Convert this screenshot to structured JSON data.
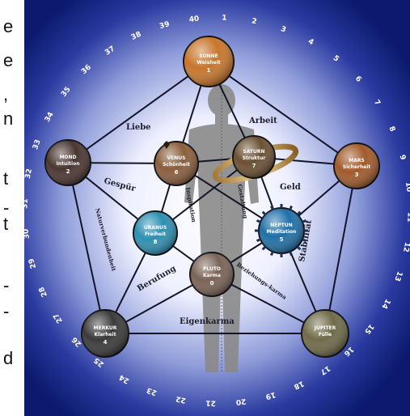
{
  "left_strip": [
    "e",
    "e",
    ",",
    "n",
    "t",
    "-",
    "t",
    "-",
    "-",
    "d"
  ],
  "ring_numbers": [
    "1",
    "2",
    "3",
    "4",
    "5",
    "6",
    "7",
    "8",
    "9",
    "10",
    "11",
    "12",
    "13",
    "14",
    "15",
    "16",
    "17",
    "18",
    "19",
    "20",
    "21",
    "22",
    "23",
    "24",
    "25",
    "26",
    "27",
    "28",
    "29",
    "30",
    "31",
    "32",
    "33",
    "34",
    "35",
    "36",
    "37",
    "38",
    "39",
    "40"
  ],
  "planets": {
    "sonne": {
      "name": "SONNE",
      "sub": "Weisheit",
      "num": "1"
    },
    "mond": {
      "name": "MOND",
      "sub": "Intuition",
      "num": "2"
    },
    "mars": {
      "name": "MARS",
      "sub": "Sicherheit",
      "num": "3"
    },
    "merkur": {
      "name": "MERKUR",
      "sub": "Klarheit",
      "num": "4"
    },
    "jupiter": {
      "name": "JUPITER",
      "sub": "Fülle",
      "num": ""
    },
    "venus": {
      "name": "VENUS",
      "sub": "Schönheit",
      "num": "6"
    },
    "saturn": {
      "name": "SATURN",
      "sub": "Struktur",
      "num": "7"
    },
    "uranus": {
      "name": "URANUS",
      "sub": "Freiheit",
      "num": "8"
    },
    "neptun": {
      "name": "NEPTUN",
      "sub": "Meditation",
      "num": "5"
    },
    "pluto": {
      "name": "PLUTO",
      "sub": "Karma",
      "num": "0"
    }
  },
  "edge_labels": {
    "liebe": "Liebe",
    "arbeit": "Arbeit",
    "gespur": "Gespür",
    "geld": "Geld",
    "berufung": "Berufung",
    "eigenkarma": "Eigenkarma",
    "stabilitat": "Stabilität",
    "naturverbundenheit": "Naturverbundenheit",
    "beziehungs_karma": "Beziehungs-karma",
    "inspiration": "Inspiration",
    "gestaltung": "Gestaltung"
  },
  "colors": {
    "background_outer": "#0b1a6e",
    "background_inner": "#ffffff",
    "lines": "#141428",
    "sonne": "#c8752a",
    "mond": "#4a3530",
    "mars": "#a05a2a",
    "merkur": "#3a3a3a",
    "jupiter": "#6f6a48",
    "venus": "#8a5e3c",
    "saturn": "#6b5032",
    "uranus": "#2c8fb2",
    "neptun": "#1f6fa8",
    "pluto": "#7a6256"
  }
}
